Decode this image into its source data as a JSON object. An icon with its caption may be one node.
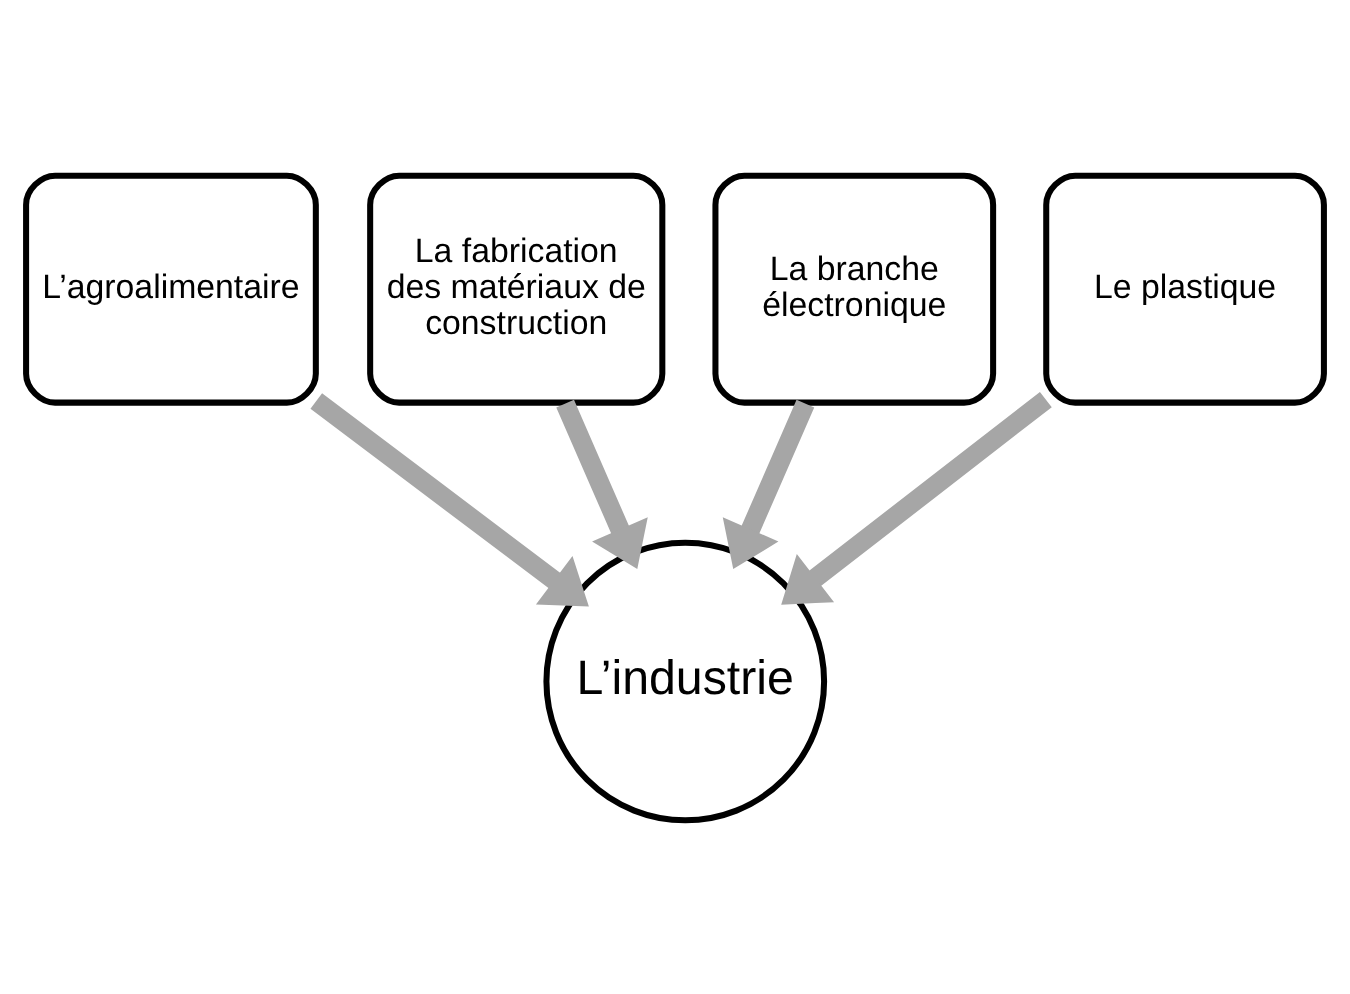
{
  "diagram": {
    "nodes": [
      {
        "text": [
          "L’agroalimentaire"
        ]
      },
      {
        "text": [
          "La fabrication des matériaux de construction"
        ]
      },
      {
        "text": [
          "La branche électronique"
        ]
      },
      {
        "text": [
          "Le plastique"
        ]
      },
      {
        "text": [
          "L’industrie"
        ]
      }
    ],
    "edges": [
      {
        "from": 0,
        "to": 4,
        "arrow": "to"
      },
      {
        "from": 1,
        "to": 4,
        "arrow": "to"
      },
      {
        "from": 2,
        "to": 4,
        "arrow": "to"
      },
      {
        "from": 3,
        "to": 4,
        "arrow": "to"
      }
    ]
  }
}
